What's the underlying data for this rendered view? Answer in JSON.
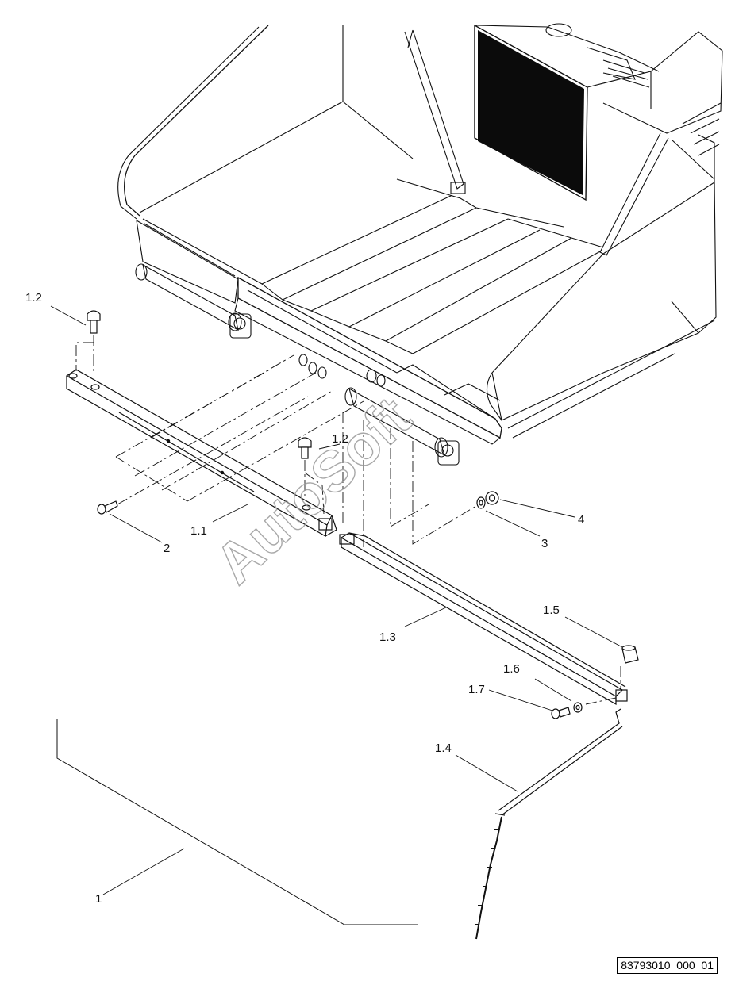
{
  "drawing": {
    "part_number": "83793010_000_01",
    "watermark": "AutoSoft"
  },
  "callouts": {
    "c1": "1",
    "c1_1": "1.1",
    "c1_2a": "1.2",
    "c1_2b": "1.2",
    "c1_3": "1.3",
    "c1_4": "1.4",
    "c1_5": "1.5",
    "c1_6": "1.6",
    "c1_7": "1.7",
    "c2": "2",
    "c3": "3",
    "c4": "4"
  }
}
